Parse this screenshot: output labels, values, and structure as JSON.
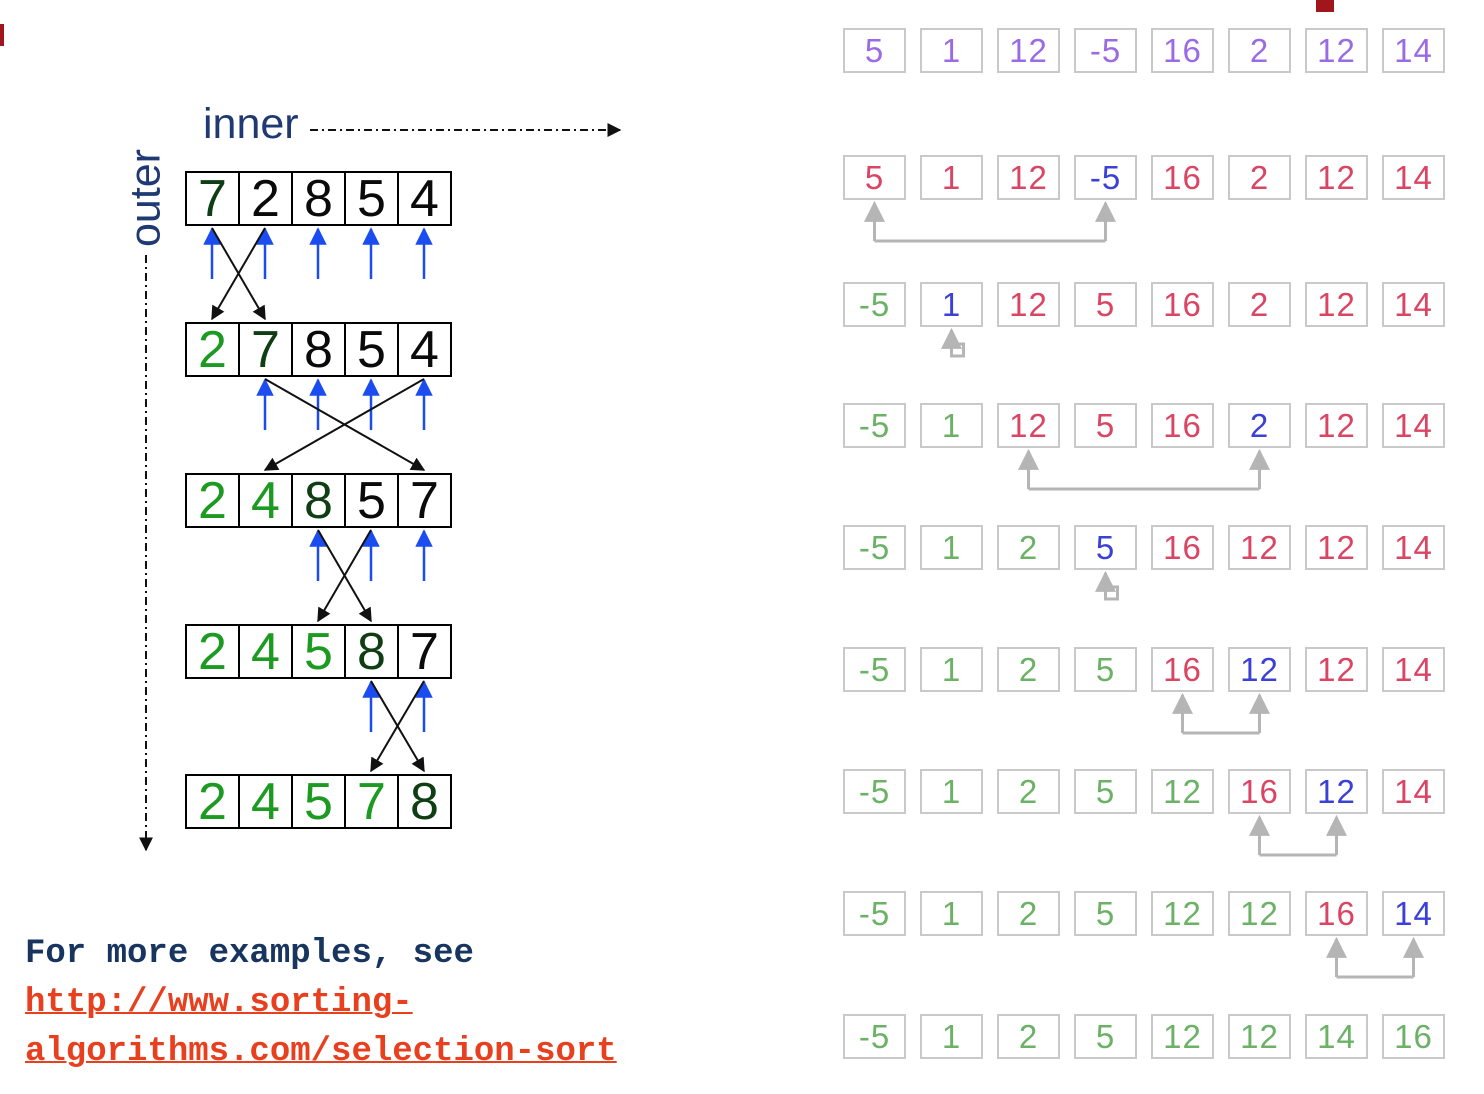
{
  "left": {
    "label_inner": "inner",
    "label_outer": "outer",
    "rows": [
      [
        "7",
        "2",
        "8",
        "5",
        "4"
      ],
      [
        "2",
        "7",
        "8",
        "5",
        "4"
      ],
      [
        "2",
        "4",
        "8",
        "5",
        "7"
      ],
      [
        "2",
        "4",
        "5",
        "8",
        "7"
      ],
      [
        "2",
        "4",
        "5",
        "7",
        "8"
      ]
    ],
    "states": [
      [
        "current",
        "unsorted",
        "unsorted",
        "unsorted",
        "unsorted"
      ],
      [
        "sorted",
        "current",
        "unsorted",
        "unsorted",
        "unsorted"
      ],
      [
        "sorted",
        "sorted",
        "current",
        "unsorted",
        "unsorted"
      ],
      [
        "sorted",
        "sorted",
        "sorted",
        "current",
        "unsorted"
      ],
      [
        "sorted",
        "sorted",
        "sorted",
        "sorted",
        "current"
      ]
    ],
    "scans": [
      {
        "from": 0,
        "to": 4
      },
      {
        "from": 1,
        "to": 4
      },
      {
        "from": 2,
        "to": 4
      },
      {
        "from": 3,
        "to": 4
      }
    ],
    "swaps": [
      [
        0,
        1
      ],
      [
        1,
        4
      ],
      [
        2,
        3
      ],
      [
        3,
        4
      ]
    ]
  },
  "right": {
    "rows": [
      [
        "5",
        "1",
        "12",
        "-5",
        "16",
        "2",
        "12",
        "14"
      ],
      [
        "5",
        "1",
        "12",
        "-5",
        "16",
        "2",
        "12",
        "14"
      ],
      [
        "-5",
        "1",
        "12",
        "5",
        "16",
        "2",
        "12",
        "14"
      ],
      [
        "-5",
        "1",
        "12",
        "5",
        "16",
        "2",
        "12",
        "14"
      ],
      [
        "-5",
        "1",
        "2",
        "5",
        "16",
        "12",
        "12",
        "14"
      ],
      [
        "-5",
        "1",
        "2",
        "5",
        "16",
        "12",
        "12",
        "14"
      ],
      [
        "-5",
        "1",
        "2",
        "5",
        "12",
        "16",
        "12",
        "14"
      ],
      [
        "-5",
        "1",
        "2",
        "5",
        "12",
        "12",
        "16",
        "14"
      ],
      [
        "-5",
        "1",
        "2",
        "5",
        "12",
        "12",
        "14",
        "16"
      ]
    ],
    "colors": [
      [
        "purple",
        "purple",
        "purple",
        "purple",
        "purple",
        "purple",
        "purple",
        "purple"
      ],
      [
        "red",
        "red",
        "red",
        "blue",
        "red",
        "red",
        "red",
        "red"
      ],
      [
        "green",
        "blue",
        "red",
        "red",
        "red",
        "red",
        "red",
        "red"
      ],
      [
        "green",
        "green",
        "red",
        "red",
        "red",
        "blue",
        "red",
        "red"
      ],
      [
        "green",
        "green",
        "green",
        "blue",
        "red",
        "red",
        "red",
        "red"
      ],
      [
        "green",
        "green",
        "green",
        "green",
        "red",
        "blue",
        "red",
        "red"
      ],
      [
        "green",
        "green",
        "green",
        "green",
        "green",
        "red",
        "blue",
        "red"
      ],
      [
        "green",
        "green",
        "green",
        "green",
        "green",
        "green",
        "red",
        "blue"
      ],
      [
        "green",
        "green",
        "green",
        "green",
        "green",
        "green",
        "green",
        "green"
      ]
    ],
    "swaps": [
      null,
      [
        0,
        3
      ],
      [
        1,
        1
      ],
      [
        2,
        5
      ],
      [
        3,
        3
      ],
      [
        4,
        5
      ],
      [
        5,
        6
      ],
      [
        6,
        7
      ],
      null
    ]
  },
  "colors": {
    "purple": "#9b6be6",
    "red": "#d94563",
    "green": "#6bb266",
    "blue": "#3b40d6",
    "cell_border": "#c9c9c9",
    "arrow_blue": "#1a4cf0",
    "label_navy": "#1f3a73",
    "link_orange": "#e8401e"
  },
  "footer": {
    "text": "For more examples, see",
    "link_line1": "http://www.sorting-",
    "link_line2": "algorithms.com/selection-sort"
  }
}
